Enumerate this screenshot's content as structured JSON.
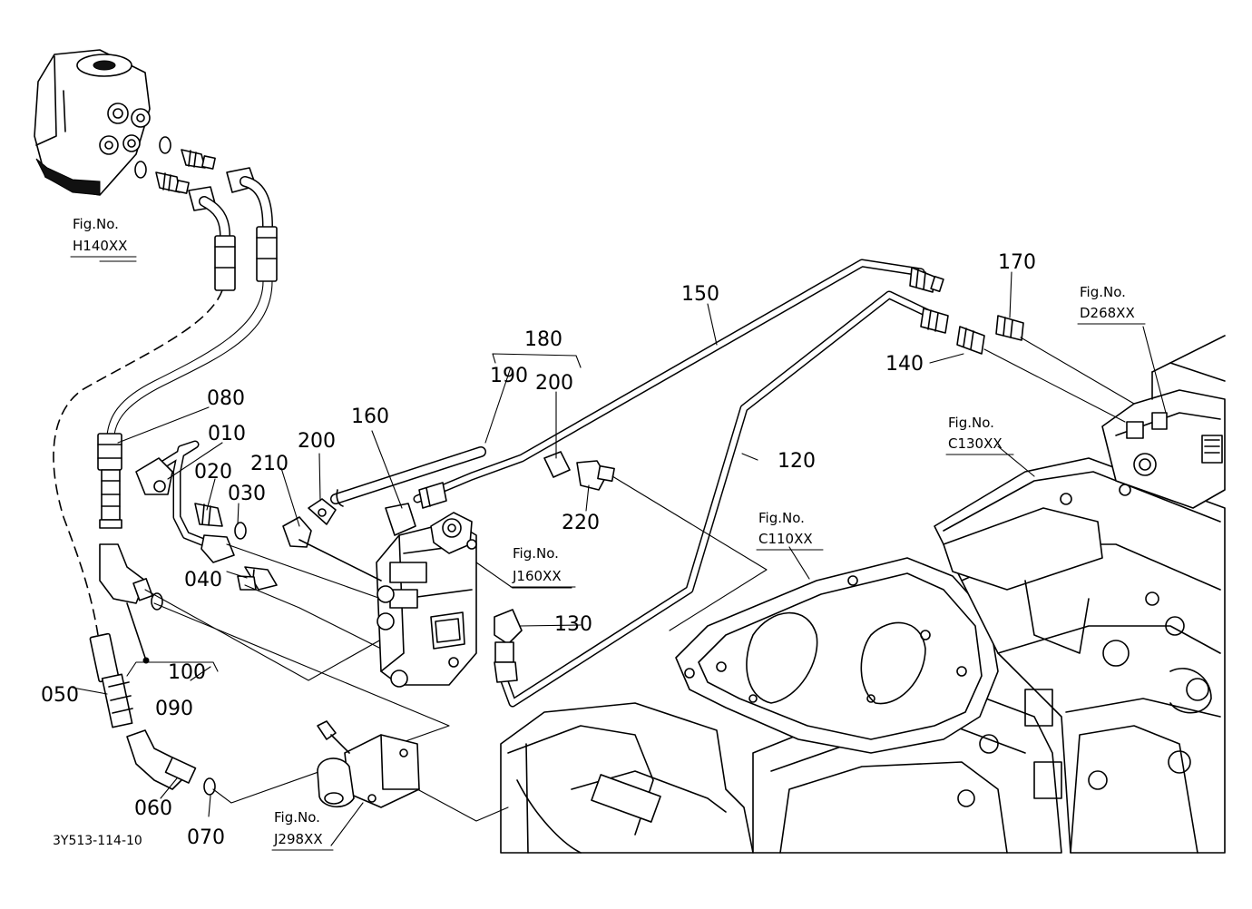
{
  "document_code": "3Y513-114-10",
  "part_labels": {
    "p010": "010",
    "p020": "020",
    "p030": "030",
    "p040": "040",
    "p050": "050",
    "p060": "060",
    "p070": "070",
    "p080": "080",
    "p090": "090",
    "p100": "100",
    "p120": "120",
    "p130": "130",
    "p140": "140",
    "p150": "150",
    "p160": "160",
    "p170": "170",
    "p180": "180",
    "p190": "190",
    "p200a": "200",
    "p200b": "200",
    "p210": "210",
    "p220": "220"
  },
  "figure_refs": {
    "h140": {
      "prefix": "Fig.No.",
      "code": "H140XX"
    },
    "d268": {
      "prefix": "Fig.No.",
      "code": "D268XX"
    },
    "c130": {
      "prefix": "Fig.No.",
      "code": "C130XX"
    },
    "c110": {
      "prefix": "Fig.No.",
      "code": "C110XX"
    },
    "j160": {
      "prefix": "Fig.No.",
      "code": "J160XX"
    },
    "j298": {
      "prefix": "Fig.No.",
      "code": "J298XX"
    }
  }
}
